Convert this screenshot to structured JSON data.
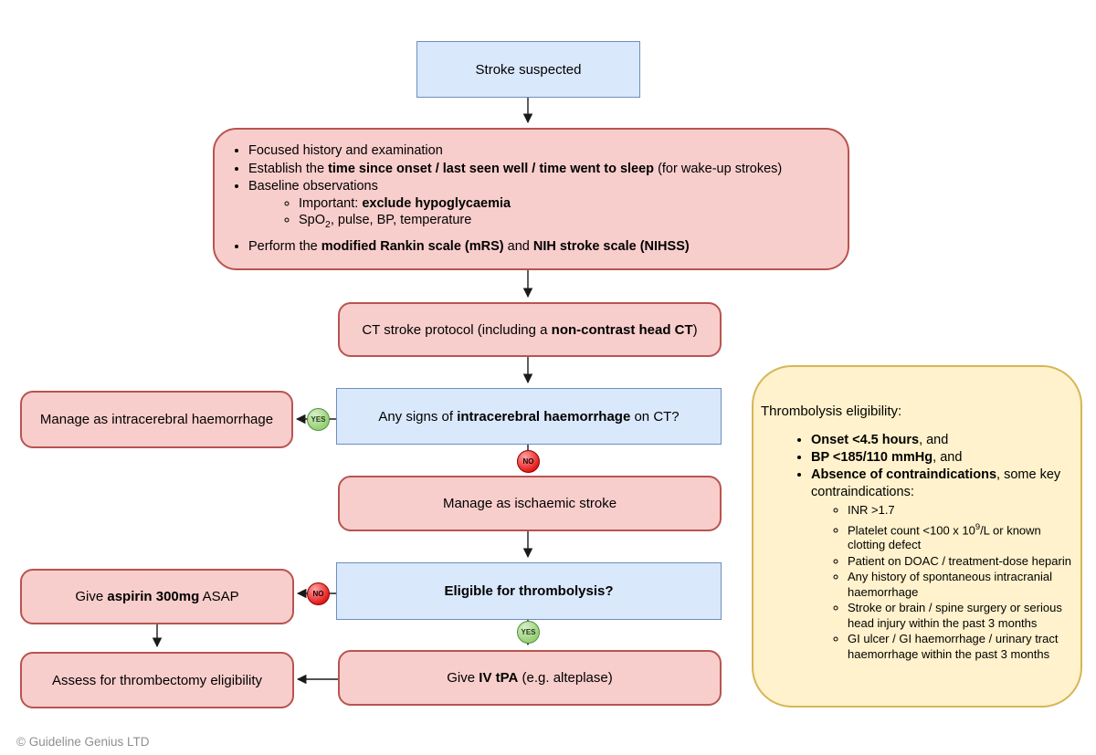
{
  "colors": {
    "blue-fill": "#dae8fc",
    "blue-stroke": "#6c8ebf",
    "pink-fill": "#f8cecc",
    "pink-stroke": "#b85450",
    "yellow-fill": "#fff2cc",
    "yellow-stroke": "#d6b656",
    "green-fill": "#97d077",
    "green-stroke": "#568f3d",
    "red-fill": "#e01414",
    "red-stroke": "#990000",
    "arrow": "#1a1a1a",
    "footer-text": "#8f8f8f"
  },
  "nodes": {
    "stroke_suspected": {
      "label": "Stroke suspected"
    },
    "initial_assessment": {
      "item1": [
        {
          "t": "Focused history and examination"
        }
      ],
      "item2": [
        {
          "t": "Establish the "
        },
        {
          "t": "time since onset / last seen well / time went to sleep",
          "b": true
        },
        {
          "t": " (for wake-up strokes)"
        }
      ],
      "item3": [
        {
          "t": "Baseline observations"
        }
      ],
      "item3_sub1": [
        {
          "t": "Important: "
        },
        {
          "t": "exclude hypoglycaemia",
          "b": true
        }
      ],
      "item3_sub2": [
        {
          "t": "SpO"
        },
        {
          "t": "2",
          "sub": true
        },
        {
          "t": ", pulse, BP, temperature"
        }
      ],
      "item4": [
        {
          "t": "Perform the "
        },
        {
          "t": "modified Rankin scale (mRS)",
          "b": true
        },
        {
          "t": " and "
        },
        {
          "t": "NIH stroke scale (NIHSS)",
          "b": true
        }
      ]
    },
    "ct_protocol": {
      "label": [
        {
          "t": "CT stroke protocol (including a "
        },
        {
          "t": "non-contrast head CT",
          "b": true
        },
        {
          "t": ")"
        }
      ]
    },
    "decision_ich": {
      "label": [
        {
          "t": "Any signs of "
        },
        {
          "t": "intracerebral haemorrhage",
          "b": true
        },
        {
          "t": " on CT?"
        }
      ]
    },
    "manage_ich": {
      "label": "Manage as intracerebral haemorrhage"
    },
    "manage_ischaemic": {
      "label": "Manage as ischaemic stroke"
    },
    "decision_thrombolysis": {
      "label": [
        {
          "t": "Eligible for thrombolysis?",
          "b": true
        }
      ]
    },
    "give_aspirin": {
      "label": [
        {
          "t": "Give "
        },
        {
          "t": "aspirin 300mg",
          "b": true
        },
        {
          "t": " ASAP"
        }
      ]
    },
    "give_tpa": {
      "label": [
        {
          "t": "Give "
        },
        {
          "t": "IV tPA",
          "b": true
        },
        {
          "t": " (e.g. alteplase)"
        }
      ]
    },
    "assess_thrombectomy": {
      "label": "Assess for thrombectomy eligibility"
    }
  },
  "eligibility_note": {
    "title": "Thrombolysis eligibility:",
    "item1": [
      {
        "t": "Onset <4.5 hours",
        "b": true
      },
      {
        "t": ", and"
      }
    ],
    "item2": [
      {
        "t": "BP <185/110 mmHg",
        "b": true
      },
      {
        "t": ", and"
      }
    ],
    "item3": [
      {
        "t": "Absence of contraindications",
        "b": true
      },
      {
        "t": ", some key"
      },
      {
        "br": true
      },
      {
        "t": "contraindications:"
      }
    ],
    "sub1": [
      {
        "t": "INR >1.7"
      }
    ],
    "sub2": [
      {
        "t": "Platelet count <100 x 10"
      },
      {
        "t": "9",
        "sup": true
      },
      {
        "t": "/L or known"
      },
      {
        "br": true
      },
      {
        "t": "clotting defect"
      }
    ],
    "sub3": [
      {
        "t": "Patient on DOAC / treatment-dose heparin"
      }
    ],
    "sub4": [
      {
        "t": "Any history of spontaneous intracranial"
      },
      {
        "br": true
      },
      {
        "t": "haemorrhage"
      }
    ],
    "sub5": [
      {
        "t": "Stroke or brain / spine surgery or serious"
      },
      {
        "br": true
      },
      {
        "t": "head injury within the past 3 months"
      }
    ],
    "sub6": [
      {
        "t": "GI ulcer / GI haemorrhage / urinary tract"
      },
      {
        "br": true
      },
      {
        "t": "haemorrhage within the past 3 months"
      }
    ]
  },
  "badges": {
    "yes": "YES",
    "no": "NO"
  },
  "footer": {
    "copyright": "© Guideline Genius LTD"
  }
}
